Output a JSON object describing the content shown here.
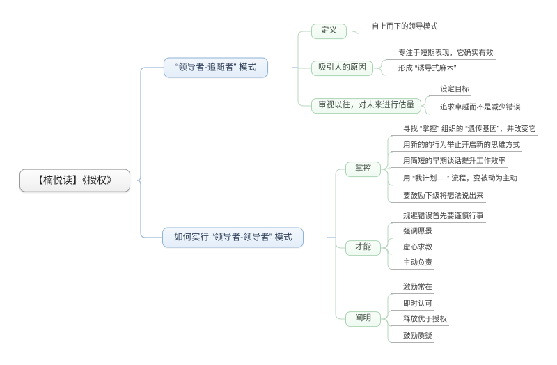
{
  "colors": {
    "background": "#ffffff",
    "root_border": "#9a9a9a",
    "root_fill": "#f5f5f5",
    "branch_border": "#8fb3d6",
    "branch_fill": "#e9f1fa",
    "topic_border": "#a9d4b3",
    "topic_fill": "#f4faf5",
    "line_blue": "#9cb9da",
    "line_green": "#b9d7bf",
    "leaf_underline": "#b0b0b0",
    "text": "#3a3a3a"
  },
  "mindmap": {
    "root": {
      "label": "【楠悦读】《授权》"
    },
    "branches": [
      {
        "label": "“领导者-追随者” 模式",
        "topics": [
          {
            "label": "定义",
            "leaves": [
              "自上而下的领导模式"
            ]
          },
          {
            "label": "吸引人的原因",
            "leaves": [
              "专注于短期表现，它确实有效",
              "形成 “诱导式麻木”"
            ]
          },
          {
            "label": "审视以往，对未来进行估量",
            "leaves": [
              "设定目标",
              "追求卓越而不是减少错误"
            ]
          }
        ]
      },
      {
        "label": "如何实行 “领导者-领导者” 模式",
        "topics": [
          {
            "label": "掌控",
            "leaves": [
              "寻找 “掌控” 组织的 “遗传基因”，并改变它",
              "用新的的行为举止开启新的思维方式",
              "用简短的早期谈话提升工作效率",
              "用 “我计划.....” 流程，变被动为主动",
              "要鼓励下级将想法说出来"
            ]
          },
          {
            "label": "才能",
            "leaves": [
              "规避错误首先要谨慎行事",
              "强调愿景",
              "虚心求教",
              "主动负责"
            ]
          },
          {
            "label": "阐明",
            "leaves": [
              "激励常在",
              "即时认可",
              "释放优于授权",
              "鼓励质疑"
            ]
          }
        ]
      }
    ]
  }
}
